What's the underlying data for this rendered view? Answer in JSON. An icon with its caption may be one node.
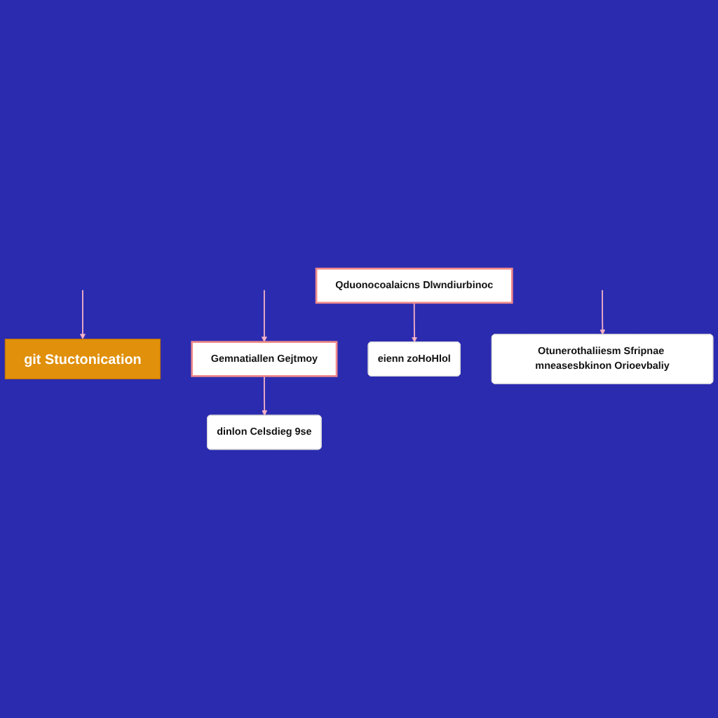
{
  "diagram": {
    "nodes": [
      {
        "text": [
          "git Stuctonication"
        ]
      },
      {
        "text": [
          "Qduonocoalaicns Dlwndiurbinoc"
        ]
      },
      {
        "text": [
          "Gemnatiallen Gejtmoy"
        ]
      },
      {
        "text": [
          "eienn zoHoHlol"
        ]
      },
      {
        "text": [
          "Otunerothaliiesm Sfripnae mneasesbkinon Orioevbaliy"
        ]
      },
      {
        "text": [
          "dinlon Celsdieg 9se"
        ]
      }
    ],
    "edges": [
      {
        "from": null,
        "to": 0,
        "arrow": "to"
      },
      {
        "from": null,
        "to": 4,
        "arrow": "to"
      },
      {
        "from": 1,
        "to": 3,
        "arrow": "to"
      },
      {
        "from": 2,
        "to": 5,
        "arrow": "to"
      },
      {
        "from": null,
        "to": 2,
        "arrow": "to"
      }
    ]
  }
}
